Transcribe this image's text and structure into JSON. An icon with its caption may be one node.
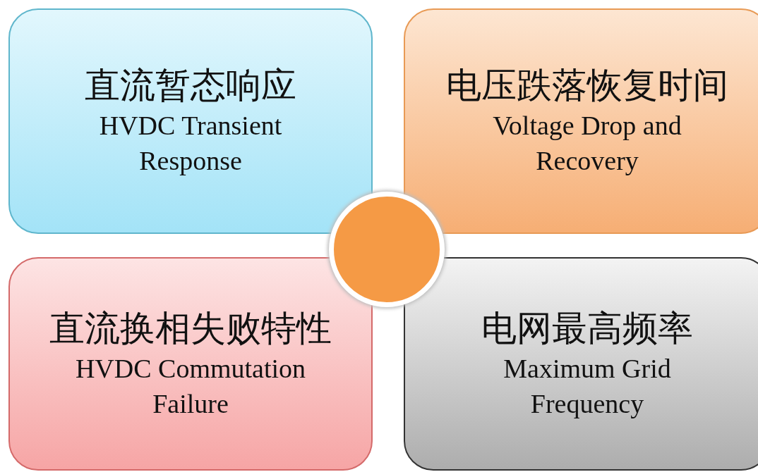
{
  "diagram": {
    "nodes": [
      {
        "text": [
          "直流暂态响应",
          "HVDC Transient Response"
        ]
      },
      {
        "text": [
          "电压跌落恢复时间",
          "Voltage Drop and Recovery"
        ]
      },
      {
        "text": [
          "直流换相失败特性",
          "HVDC Commutation Failure"
        ]
      },
      {
        "text": [
          "电网最高频率",
          "Maximum Grid Frequency"
        ]
      },
      {
        "text": [],
        "shape": "circle"
      }
    ]
  }
}
